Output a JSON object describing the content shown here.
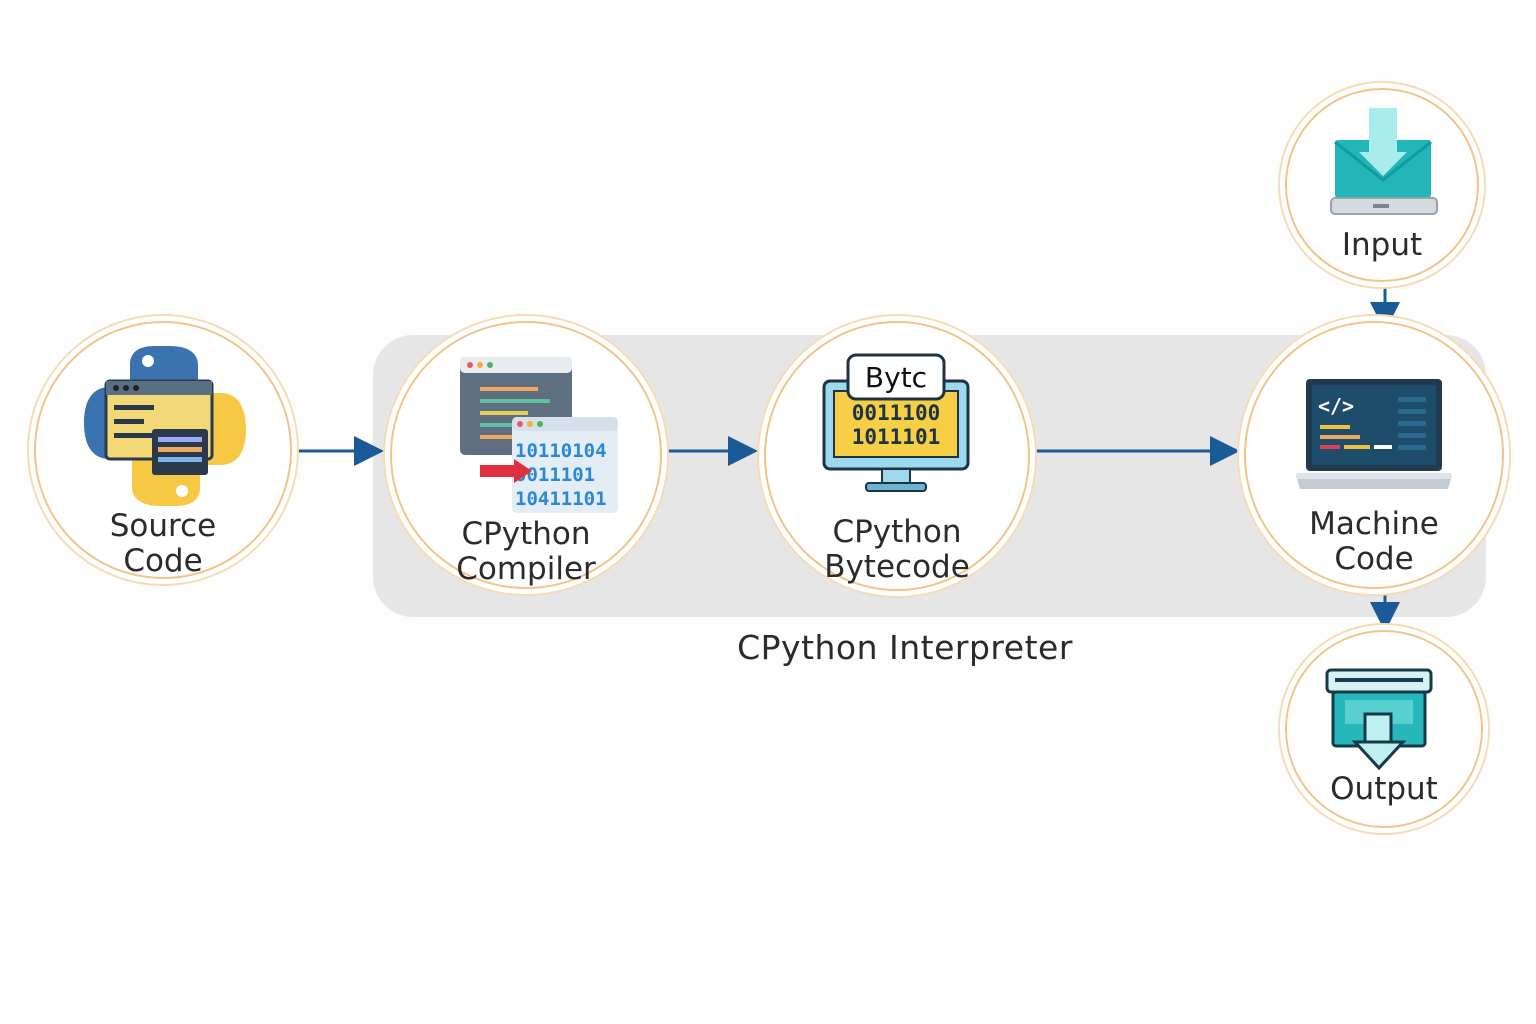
{
  "diagram": {
    "interpreter_label": "CPython Interpreter",
    "nodes": {
      "source": {
        "label": "Source\nCode",
        "icon": "python-code-icon"
      },
      "compiler": {
        "label": "CPython\nCompiler",
        "icon": "compiler-icon",
        "binary_lines": [
          "10110104",
          "0011101",
          "10411101"
        ]
      },
      "bytecode": {
        "label": "CPython\nBytecode",
        "icon": "bytecode-monitor-icon",
        "badge_text": "Bytc",
        "binary_lines": [
          "0011100",
          "1011101"
        ]
      },
      "machine": {
        "label": "Machine\nCode",
        "icon": "laptop-code-icon",
        "code_glyph": "</>"
      },
      "input": {
        "label": "Input",
        "icon": "input-tray-icon"
      },
      "output": {
        "label": "Output",
        "icon": "output-tray-icon"
      }
    },
    "colors": {
      "arrow": "#1a5a96",
      "ring": "#f3c48a",
      "interpreter_bg": "#e6e6e6",
      "teal": "#2bbfc0",
      "python_blue": "#3b72b0",
      "python_yellow": "#f7c843"
    }
  }
}
